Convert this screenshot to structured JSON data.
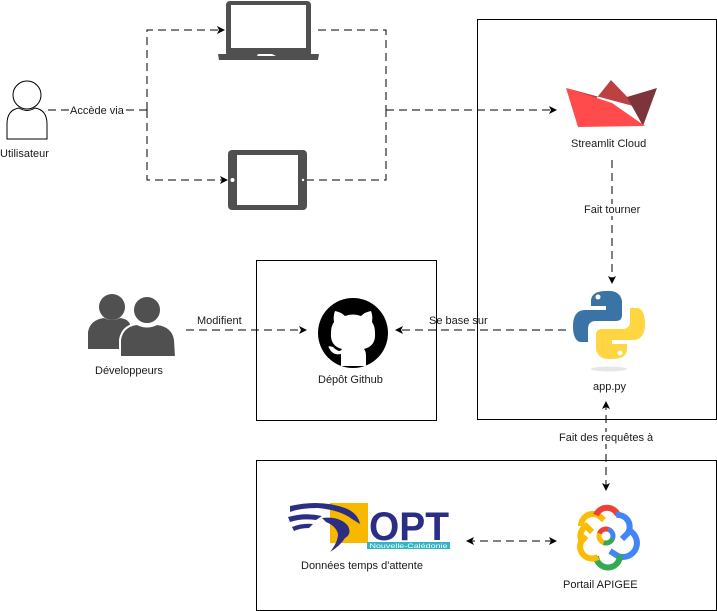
{
  "diagram": {
    "nodes": {
      "user": {
        "label": "Utilisateur",
        "icon": "user-outline-icon"
      },
      "laptop": {
        "icon": "laptop-icon"
      },
      "tablet": {
        "icon": "tablet-icon"
      },
      "streamlit": {
        "label": "Streamlit Cloud",
        "icon": "streamlit-logo-icon"
      },
      "app": {
        "label": "app.py",
        "icon": "python-logo-icon"
      },
      "github": {
        "label": "Dépôt Github",
        "icon": "github-logo-icon"
      },
      "developers": {
        "label": "Développeurs",
        "icon": "users-group-icon"
      },
      "opt": {
        "label": "Données temps d'attente",
        "icon": "opt-logo-icon",
        "logo_text": "OPT",
        "logo_subtext": "Nouvelle-Calédonie"
      },
      "apigee": {
        "label": "Portail APIGEE",
        "icon": "apigee-logo-icon"
      }
    },
    "edges": {
      "user_devices": "Accède via",
      "streamlit_app": "Fait tourner",
      "developers_github": "Modifient",
      "app_github": "Se base sur",
      "app_apigee": "Fait des requêtes à"
    },
    "colors": {
      "icon_gray": "#505050",
      "streamlit_light": "#FF4B4B",
      "streamlit_mid": "#BD4043",
      "streamlit_dark": "#7D353B",
      "python_blue": "#3A74A6",
      "python_yellow": "#FFD642",
      "opt_navy": "#2B2E83",
      "opt_yellow": "#F8B800",
      "opt_cyan": "#33B5C4",
      "google_red": "#EA4335",
      "google_blue": "#4285F4",
      "google_green": "#34A853",
      "google_yellow": "#FBBC04"
    }
  }
}
